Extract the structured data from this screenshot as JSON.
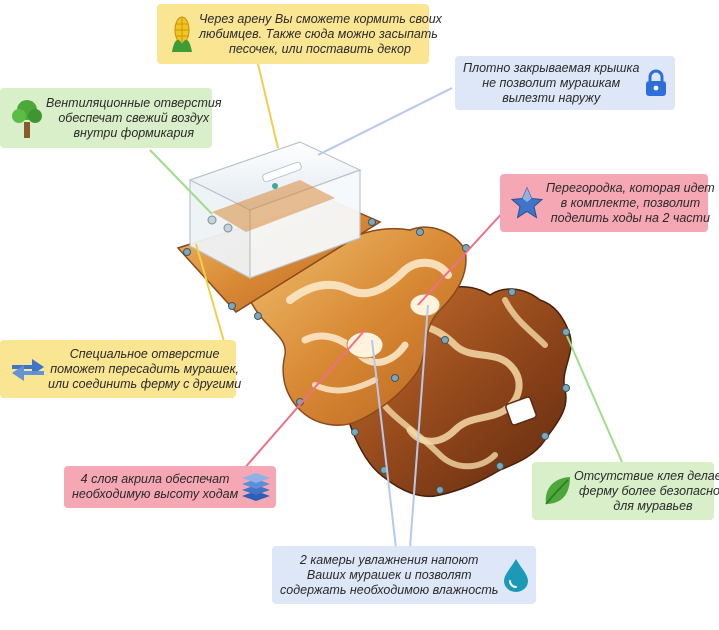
{
  "colors": {
    "yellow": "#fae592",
    "blue": "#dde7f8",
    "pink": "#f5a7b4",
    "green": "#d8efc9",
    "yellow_line": "#f0cf4a",
    "blue_line": "#b7c8ee",
    "pink_line": "#ef6f86",
    "green_line": "#9fdc8c",
    "wood_light": "#e2a24d",
    "wood_dark": "#7a3a18"
  },
  "callouts": {
    "feeding_arena": {
      "lines": [
        "Через арену Вы сможете кормить своих",
        "любимцев. Также сюда можно засыпать",
        "песочек, или поставить декор"
      ],
      "icon": "corn-icon"
    },
    "lid": {
      "lines": [
        "Плотно закрываемая крышка",
        "не позволит мурашкам",
        "вылезти наружу"
      ],
      "icon": "lock-icon"
    },
    "ventilation": {
      "lines": [
        "Вентиляционные отверстия",
        "обеспечат свежий воздух",
        "внутри формикария"
      ],
      "icon": "tree-icon"
    },
    "partition": {
      "lines": [
        "Перегородка, которая идет",
        "в комплекте, позволит",
        "поделить ходы на 2 части"
      ],
      "icon": "star-icon"
    },
    "special_hole": {
      "lines": [
        "Специальное отверстие",
        "поможет пересадить мурашек,",
        "или соединить ферму с другими"
      ],
      "icon": "arrows-icon"
    },
    "acrylic_layers": {
      "lines": [
        "4 слоя акрила обеспечат",
        "необходимую высоту ходам"
      ],
      "icon": "layers-icon"
    },
    "no_glue": {
      "lines": [
        "Отсутствие клея делает",
        "ферму более безопасной",
        "для муравьев"
      ],
      "icon": "leaf-icon"
    },
    "humidity": {
      "lines": [
        "2 камеры увлажнения напоют",
        "Ваших мурашек и позволят",
        "содержать необходимою влажность"
      ],
      "icon": "water-drop-icon"
    }
  }
}
